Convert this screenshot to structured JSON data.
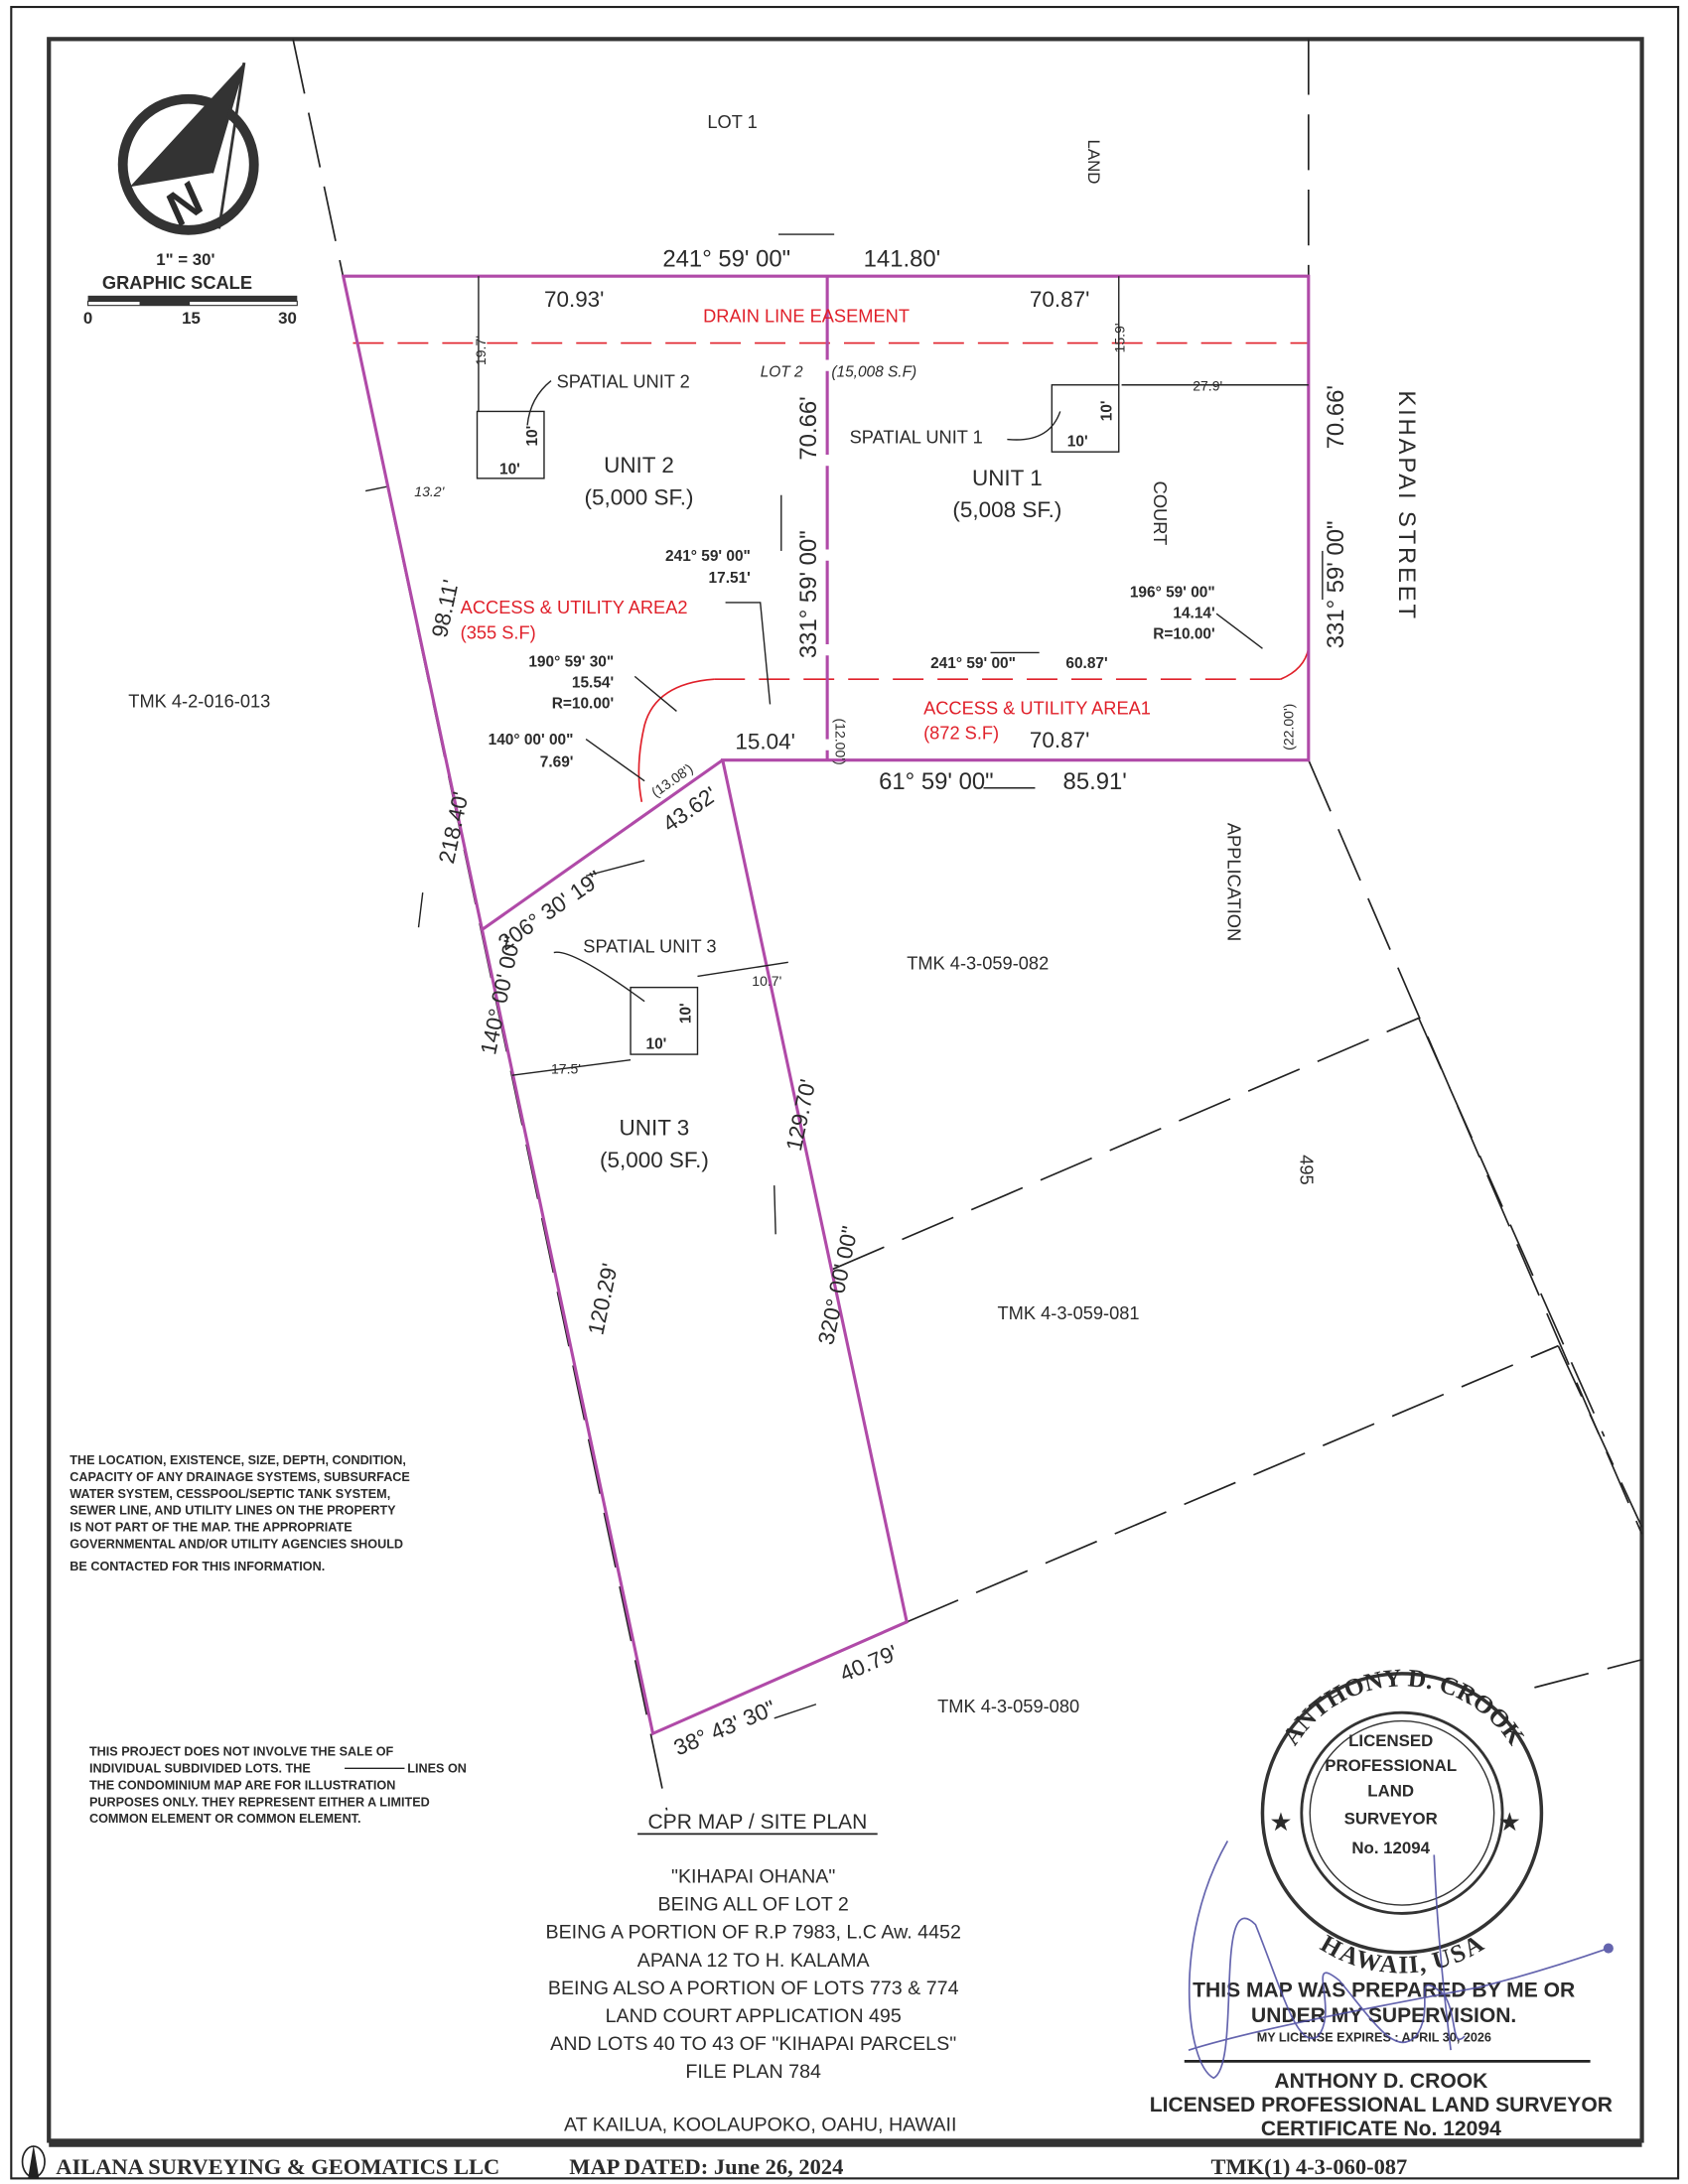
{
  "north_arrow": {
    "icon": "north-arrow-icon",
    "letter": "N"
  },
  "scale": {
    "ratio": "1\" = 30'",
    "title": "GRAPHIC SCALE",
    "ticks": [
      "0",
      "15",
      "30"
    ]
  },
  "labels": {
    "lot1": "LOT 1",
    "land": "LAND",
    "court": "COURT",
    "application": "APPLICATION",
    "lca_number": "495",
    "street": "KIHAPAI STREET",
    "lot2": "LOT 2",
    "lot2_area": "(15,008 S.F)",
    "tmk_west": "TMK 4-2-016-013",
    "tmk_082": "TMK 4-3-059-082",
    "tmk_081": "TMK 4-3-059-081",
    "tmk_080": "TMK 4-3-059-080"
  },
  "units": [
    {
      "name": "UNIT 1",
      "area": "(5,008 SF.)",
      "spatial": "SPATIAL UNIT 1"
    },
    {
      "name": "UNIT 2",
      "area": "(5,000 SF.)",
      "spatial": "SPATIAL UNIT 2"
    },
    {
      "name": "UNIT 3",
      "area": "(5,000 SF.)",
      "spatial": "SPATIAL UNIT 3"
    }
  ],
  "easements": {
    "drain": "DRAIN LINE EASEMENT",
    "area1": "ACCESS & UTILITY AREA1",
    "area1_sf": "(872 S.F)",
    "area2": "ACCESS & UTILITY AREA2",
    "area2_sf": "(355 S.F)"
  },
  "dimensions": {
    "north_bearing": "241° 59' 00\"",
    "north_dist": "141.80'",
    "north_left": "70.93'",
    "north_right": "70.87'",
    "east_bearing": "331° 59' 00\"",
    "east_dist": "70.66'",
    "mid_bearing": "331° 59' 00\"",
    "mid_dist": "70.66'",
    "south_bearing": "61° 59' 00\"",
    "south_dist": "85.91'",
    "south_right": "70.87'",
    "south_left": "15.04'",
    "west_upper": "98.11'",
    "west_total": "218.40'",
    "west_bearing": "140° 00' 00\"",
    "west_lower": "120.29'",
    "diag_bearing": "206° 30' 19\"",
    "diag_dist": "43.62'",
    "unit3_east_bearing": "320° 00' 00\"",
    "unit3_east_dist": "129.70'",
    "bottom_bearing": "38° 43' 30\"",
    "bottom_dist": "40.79'",
    "access_bearing": "241° 59' 00\"",
    "access_dist": "60.87'",
    "curve_a_bearing": "196° 59' 00\"",
    "curve_a_dist": "14.14'",
    "curve_a_radius": "R=10.00'",
    "curve_b_bearing": "241° 59' 00\"",
    "curve_b_dist": "17.51'",
    "curve_c_bearing": "190° 59' 30\"",
    "curve_c_dist": "15.54'",
    "curve_c_radius": "R=10.00'",
    "curve_d_bearing": "140° 00' 00\"",
    "curve_d_dist": "7.69'",
    "width_12": "(12.00')",
    "width_22": "(22.00')",
    "width_13": "(13.08')",
    "off_19_7": "19.7'",
    "off_15_9": "15.9'",
    "off_27_9": "27.9'",
    "off_13_2": "13.2'",
    "off_10_7": "10.7'",
    "off_17_5": "17.5'",
    "box": "10'"
  },
  "notes": {
    "utilities": [
      "THE LOCATION, EXISTENCE, SIZE, DEPTH, CONDITION,",
      "CAPACITY OF ANY DRAINAGE SYSTEMS, SUBSURFACE",
      "WATER SYSTEM, CESSPOOL/SEPTIC TANK SYSTEM,",
      "SEWER LINE, AND UTILITY LINES ON THE PROPERTY",
      "IS NOT PART OF THE MAP.  THE APPROPRIATE",
      "GOVERNMENTAL AND/OR UTILITY AGENCIES SHOULD",
      "BE CONTACTED FOR THIS INFORMATION."
    ],
    "project": [
      "THIS PROJECT DOES NOT INVOLVE THE SALE OF",
      "INDIVIDUAL SUBDIVIDED LOTS.  THE",
      "LINES ON",
      "THE CONDOMINIUM MAP ARE FOR ILLUSTRATION",
      "PURPOSES ONLY.  THEY REPRESENT EITHER A LIMITED",
      "COMMON ELEMENT OR COMMON ELEMENT."
    ]
  },
  "title_block": {
    "heading": "CPR MAP / SITE PLAN",
    "lines": [
      "\"KIHAPAI OHANA\"",
      "BEING ALL OF LOT 2",
      "BEING A PORTION OF R.P 7983, L.C Aw. 4452",
      "APANA 12 TO H. KALAMA",
      "BEING ALSO A PORTION OF LOTS 773 & 774",
      "LAND COURT APPLICATION 495",
      "AND LOTS 40 TO 43 OF \"KIHAPAI PARCELS\"",
      "FILE PLAN 784"
    ],
    "location": "AT KAILUA, KOOLAUPOKO, OAHU, HAWAII"
  },
  "seal": {
    "top": "ANTHONY D. CROOK",
    "center": [
      "LICENSED",
      "PROFESSIONAL",
      "LAND",
      "SURVEYOR",
      "No. 12094"
    ],
    "bottom": "HAWAII, USA"
  },
  "certification": {
    "statement": [
      "THIS MAP WAS PREPARED BY ME OR",
      "UNDER MY SUPERVISION."
    ],
    "license": "MY LICENSE EXPIRES : APRIL 30, 2026",
    "name": "ANTHONY D. CROOK",
    "title": "LICENSED PROFESSIONAL LAND SURVEYOR",
    "certificate": "CERTIFICATE No. 12094"
  },
  "footer": {
    "company": "AILANA SURVEYING & GEOMATICS LLC",
    "dated": "MAP DATED: June 26, 2024",
    "tmk": "TMK(1) 4-3-060-087"
  },
  "colors": {
    "boundary": "#b04aa8",
    "easement": "#e0202a",
    "ink": "#2b2b2b",
    "signature": "#4a4aa0"
  }
}
